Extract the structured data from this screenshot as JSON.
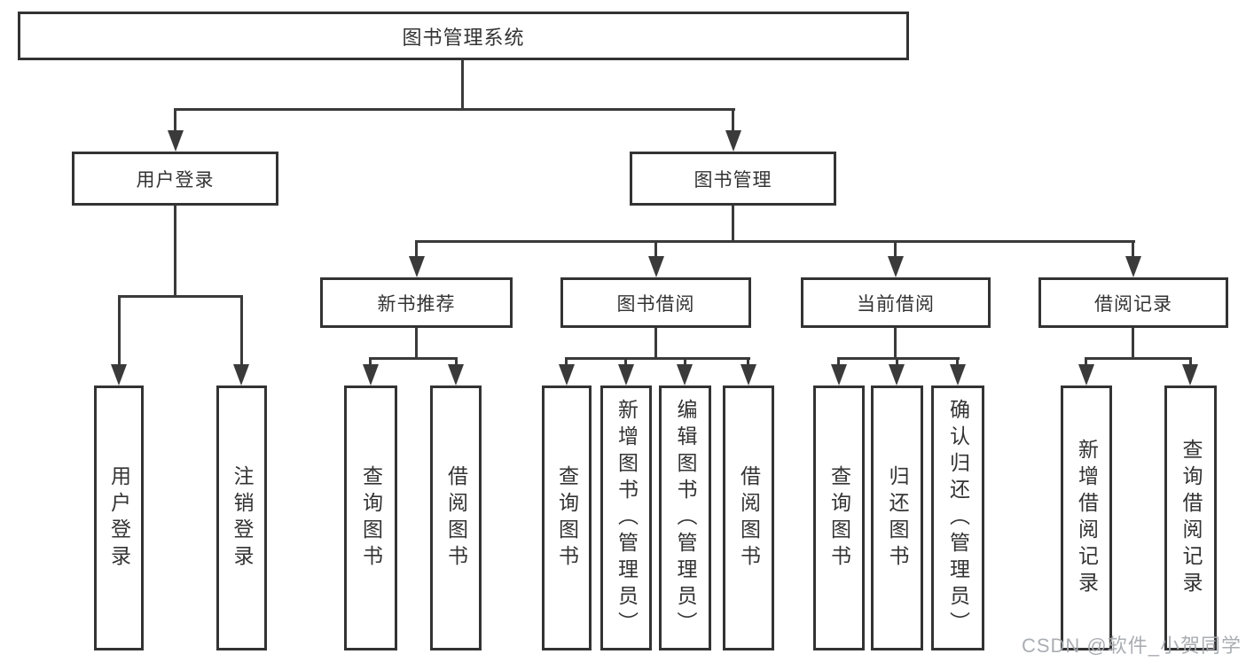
{
  "tree": {
    "label": "图书管理系统",
    "children": [
      {
        "label": "用户登录",
        "children": [
          {
            "label": "用户登录"
          },
          {
            "label": "注销登录"
          }
        ]
      },
      {
        "label": "图书管理",
        "children": [
          {
            "label": "新书推荐",
            "children": [
              {
                "label": "查询图书"
              },
              {
                "label": "借阅图书"
              }
            ]
          },
          {
            "label": "图书借阅",
            "children": [
              {
                "label": "查询图书"
              },
              {
                "label": "新增图书（管理员）"
              },
              {
                "label": "编辑图书（管理员）"
              },
              {
                "label": "借阅图书"
              }
            ]
          },
          {
            "label": "当前借阅",
            "children": [
              {
                "label": "查询图书"
              },
              {
                "label": "归还图书"
              },
              {
                "label": "确认归还（管理员）"
              }
            ]
          },
          {
            "label": "借阅记录",
            "children": [
              {
                "label": "新增借阅记录"
              },
              {
                "label": "查询借阅记录"
              }
            ]
          }
        ]
      }
    ]
  },
  "colors": {
    "line": "#3a3a3a",
    "box_border": "#333333",
    "box_background": "#ffffff",
    "watermark": "#a5aaaf"
  },
  "watermark": {
    "text": "CSDN @软件_小贺同学"
  }
}
